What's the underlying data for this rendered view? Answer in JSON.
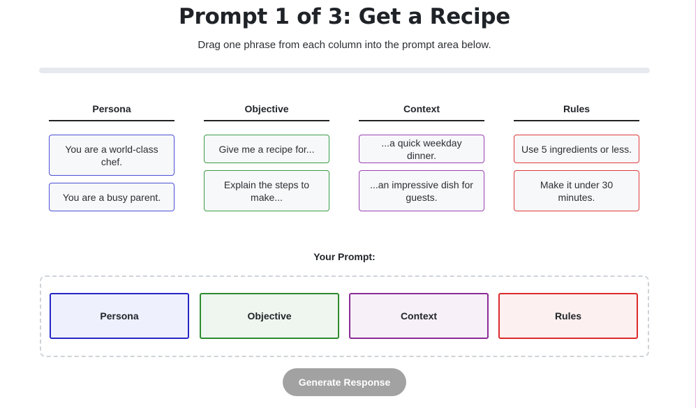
{
  "title": "Prompt 1 of 3: Get a Recipe",
  "subtitle": "Drag one phrase from each column into the prompt area below.",
  "progress": {
    "fraction": 0
  },
  "columns": [
    {
      "header": "Persona",
      "color": "#4b50d6",
      "phrases": [
        "You are a world-class chef.",
        "You are a busy parent."
      ]
    },
    {
      "header": "Objective",
      "color": "#3b9b46",
      "phrases": [
        "Give me a recipe for...",
        "Explain the steps to make..."
      ]
    },
    {
      "header": "Context",
      "color": "#9b40b0",
      "phrases": [
        "...a quick weekday dinner.",
        "...an impressive dish for guests."
      ]
    },
    {
      "header": "Rules",
      "color": "#de3b3b",
      "phrases": [
        "Use 5 ingredients or less.",
        "Make it under 30 minutes."
      ]
    }
  ],
  "prompt_area": {
    "label": "Your Prompt:",
    "slots": [
      "Persona",
      "Objective",
      "Context",
      "Rules"
    ]
  },
  "generate_button": {
    "label": "Generate Response",
    "enabled": false
  }
}
